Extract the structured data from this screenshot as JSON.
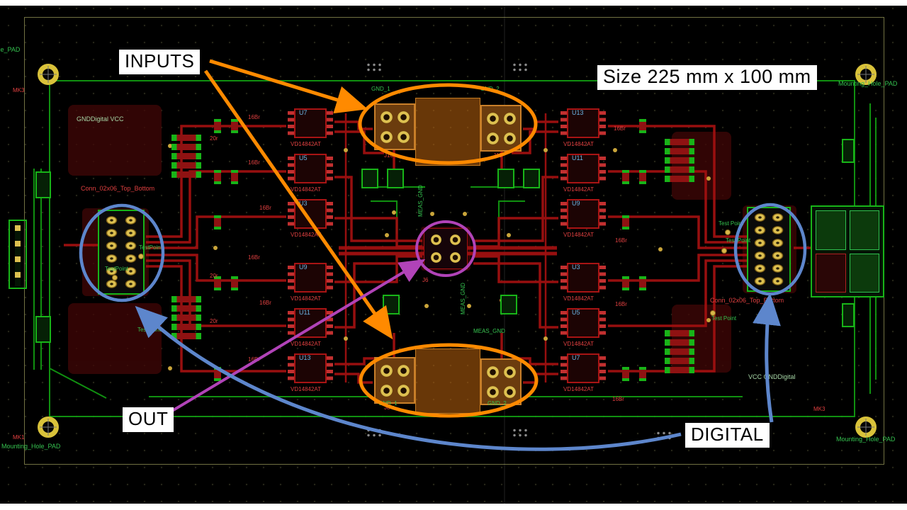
{
  "callouts": {
    "inputs": "INPUTS",
    "size": "Size 225 mm x 100 mm",
    "out": "OUT",
    "digital": "DIGITAL"
  },
  "colors": {
    "inputs_arrow": "#ff8a00",
    "out_arrow": "#b143b8",
    "digital_arrow": "#5d86cc",
    "trace_red": "#a01010",
    "trace_green": "#12a012",
    "pad_gold": "#d9b84a",
    "silk_green": "#35c24f",
    "silk_red": "#e04040",
    "ref_blue": "#6ab4e4",
    "zone_orange": "#b06018"
  },
  "ics": [
    {
      "ref": "U7",
      "value": "VD14842AT"
    },
    {
      "ref": "U5",
      "value": "VD14842AT"
    },
    {
      "ref": "U3",
      "value": "VD14842AT"
    },
    {
      "ref": "U9",
      "value": "VD14842AT"
    },
    {
      "ref": "U11",
      "value": "VD14842AT"
    },
    {
      "ref": "U13",
      "value": "VD14842AT"
    },
    {
      "ref": "U13",
      "value": "VD14842AT"
    },
    {
      "ref": "U11",
      "value": "VD14842AT"
    },
    {
      "ref": "U9",
      "value": "VD14842AT"
    },
    {
      "ref": "U3",
      "value": "VD14842AT"
    },
    {
      "ref": "U5",
      "value": "VD14842AT"
    },
    {
      "ref": "U7",
      "value": "VD14842AT"
    }
  ],
  "silk": [
    {
      "t": "Mounting_Hole_PAD"
    },
    {
      "t": "Mounting_Hole_PAD"
    },
    {
      "t": "Mounting_Hole_PAD"
    },
    {
      "t": "Mounting_Hole_PAD"
    },
    {
      "t": "MK3"
    },
    {
      "t": "MK1"
    },
    {
      "t": "MK3"
    },
    {
      "t": "GNDDigital VCC"
    },
    {
      "t": "VCC GNDDigital"
    },
    {
      "t": "TestPoint"
    },
    {
      "t": "TestPoint"
    },
    {
      "t": "TestPoint"
    },
    {
      "t": "Test Point"
    },
    {
      "t": "Test Point"
    },
    {
      "t": "Test Point"
    },
    {
      "t": "MEAS_GND"
    },
    {
      "t": "MEAS_GND"
    },
    {
      "t": "MEAS_GND"
    },
    {
      "t": "GND_1"
    },
    {
      "t": "GND_2"
    },
    {
      "t": "GND_1"
    },
    {
      "t": "GND_2"
    },
    {
      "t": "Conn_02x06_Top_Bottom"
    },
    {
      "t": "Conn_02x06_Top_Bottom"
    },
    {
      "t": "16Br"
    },
    {
      "t": "16Br"
    },
    {
      "t": "16Br"
    },
    {
      "t": "16Br"
    },
    {
      "t": "16Br"
    },
    {
      "t": "16Br"
    },
    {
      "t": "16Br"
    },
    {
      "t": "16Br"
    },
    {
      "t": "16Br"
    },
    {
      "t": "16Br"
    },
    {
      "t": "20r"
    },
    {
      "t": "20r"
    },
    {
      "t": "20r"
    },
    {
      "t": "J10"
    },
    {
      "t": "J11"
    },
    {
      "t": "J6"
    },
    {
      "t": "J8"
    }
  ]
}
